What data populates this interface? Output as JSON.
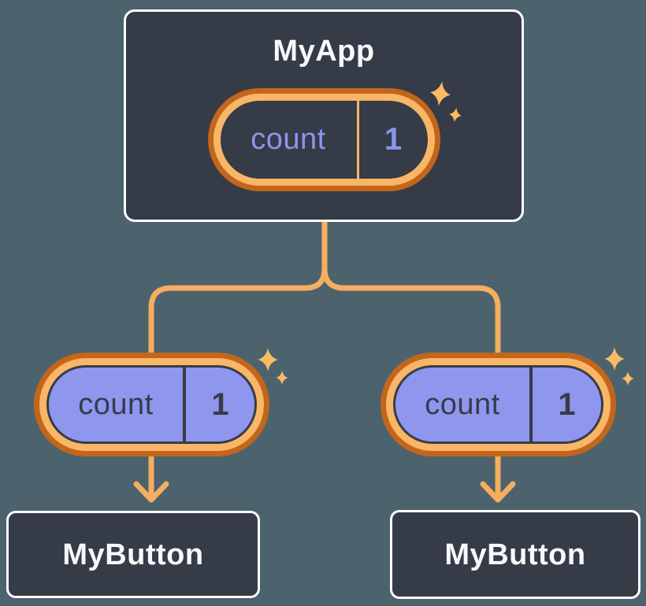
{
  "diagram": {
    "root": {
      "title": "MyApp",
      "state": {
        "label": "count",
        "value": "1"
      }
    },
    "children": [
      {
        "title": "MyButton",
        "state": {
          "label": "count",
          "value": "1"
        }
      },
      {
        "title": "MyButton",
        "state": {
          "label": "count",
          "value": "1"
        }
      }
    ]
  },
  "colors": {
    "background": "#4C636E",
    "box_fill": "#353B47",
    "box_border": "#FFFFFF",
    "box_text": "#F7F8FA",
    "ring_outer": "#C3661B",
    "ring_inner": "#F9B666",
    "pill_light": "#8F96EE",
    "text_dark": "#363C49",
    "text_purple": "#8B95EC",
    "connector": "#F5AE60",
    "sparkle": "#F9BB64"
  }
}
